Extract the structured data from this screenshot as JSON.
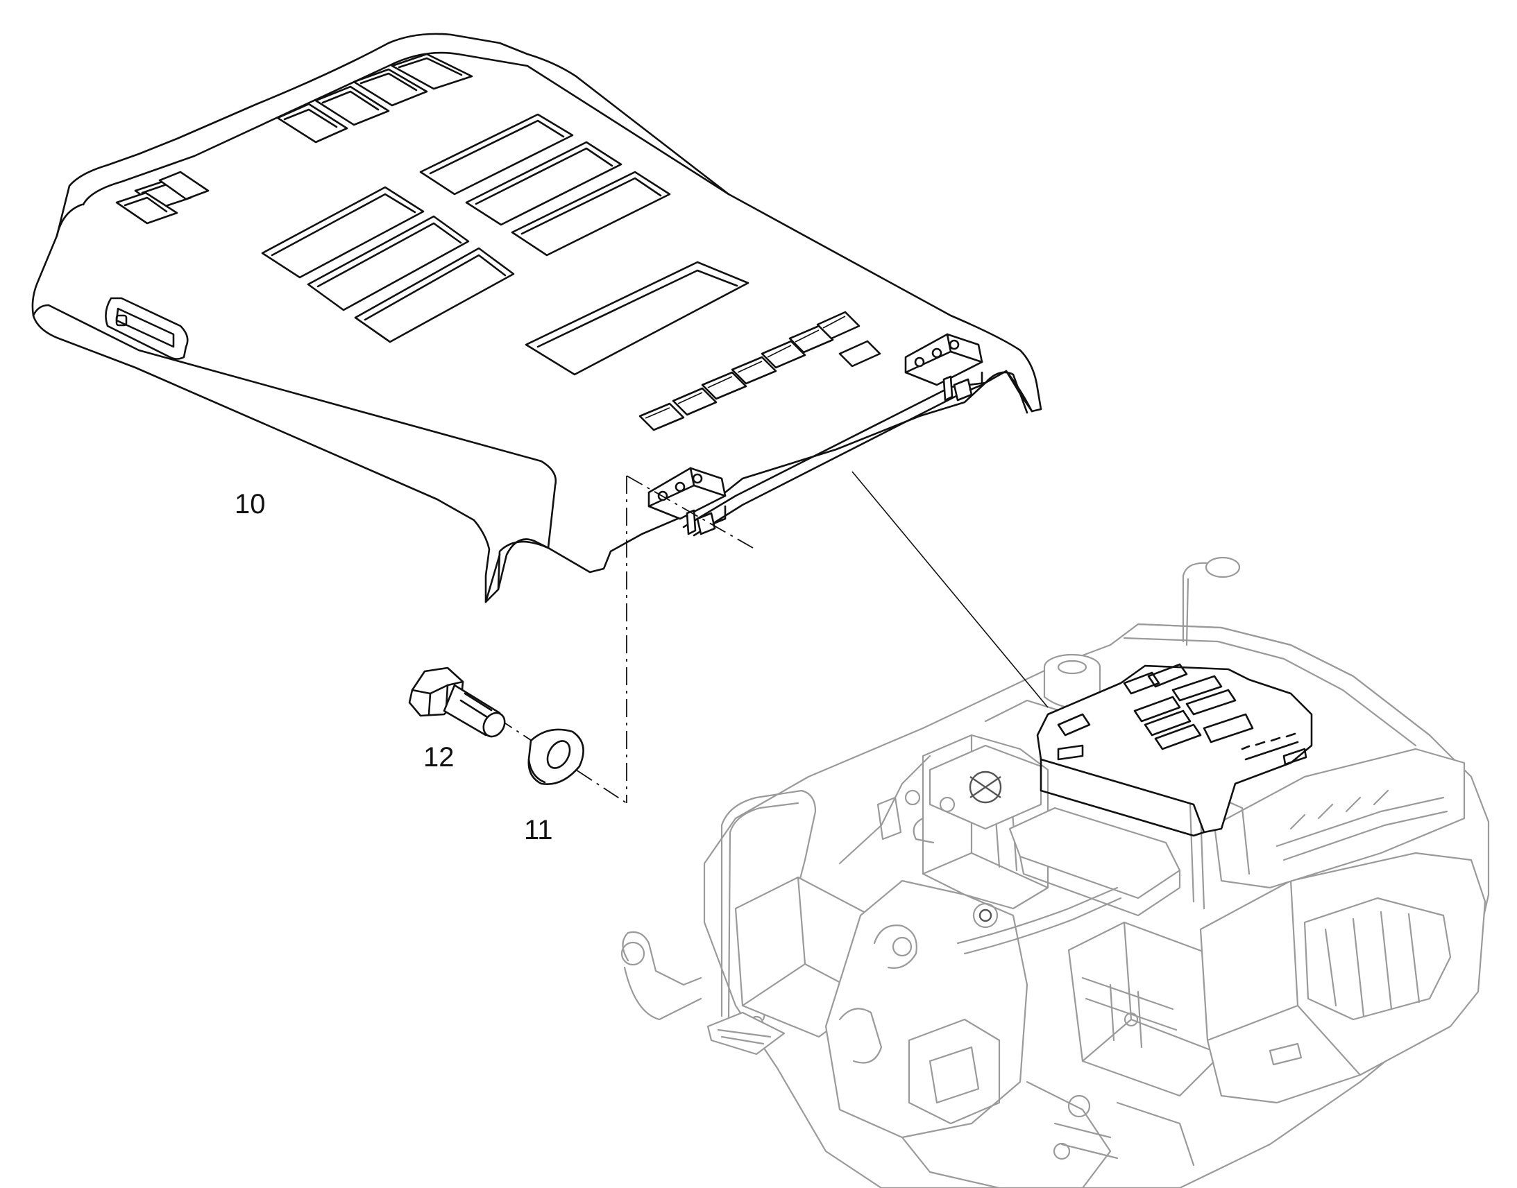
{
  "callouts": {
    "engine_hood": "10",
    "washer": "11",
    "bolt": "12"
  },
  "colors": {
    "line": "#111111",
    "faded_context": "#9a9a9a",
    "background": "#ffffff"
  }
}
